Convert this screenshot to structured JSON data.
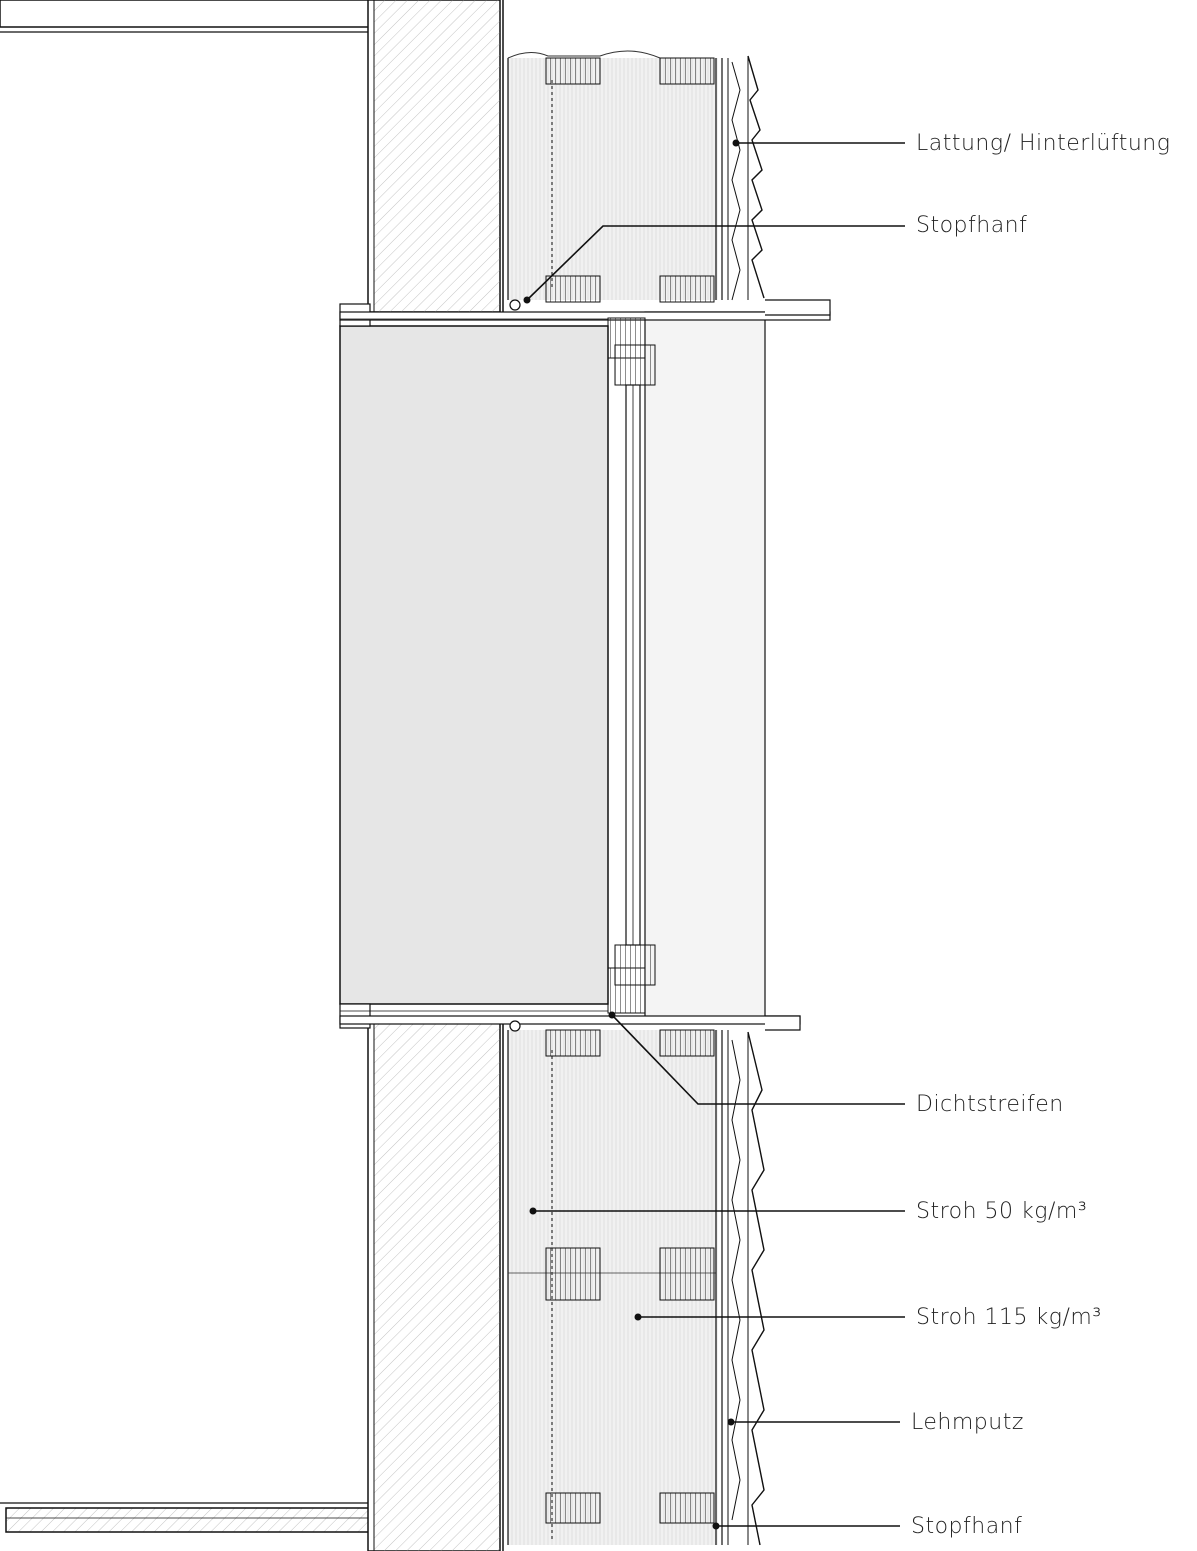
{
  "labels": {
    "lattung": "Lattung/ Hinterlüftung",
    "stopfhanf_top": "Stopfhanf",
    "dichtstreifen": "Dichtstreifen",
    "stroh_50": "Stroh 50 kg/m³",
    "stroh_115": "Stroh 115 kg/m³",
    "lehmputz": "Lehmputz",
    "stopfhanf_bottom": "Stopfhanf"
  },
  "colors": {
    "line": "#111111",
    "straw": "#e9e9e9",
    "glass_room": "#e6e6e6",
    "reveal": "#f4f4f4",
    "hatch": "#bdbdbd",
    "wood": "#555555"
  }
}
